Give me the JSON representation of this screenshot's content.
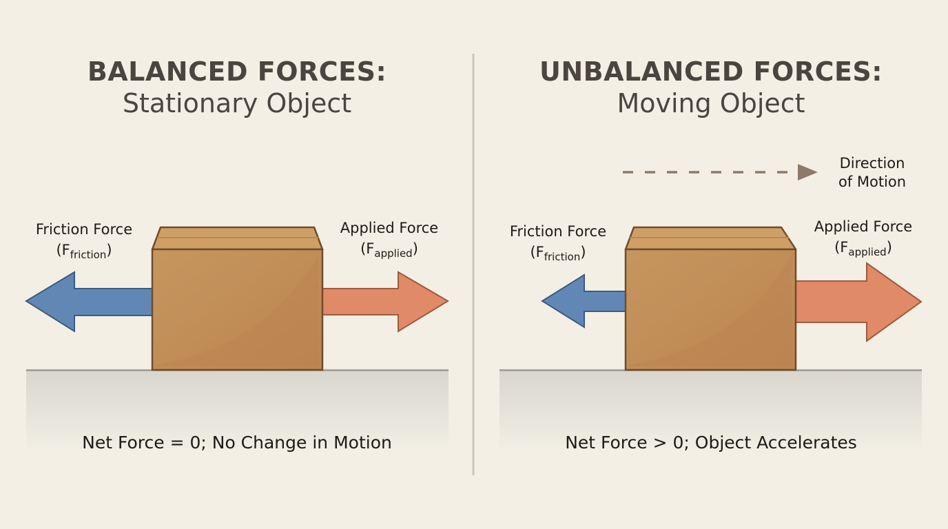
{
  "colors": {
    "background": "#f3efe4",
    "title": "#4a4540",
    "friction_arrow": "#6188b5",
    "applied_arrow": "#e08a68",
    "box": "#c08f58",
    "box_outline": "#7a5530",
    "ground_line": "#9a9890",
    "motion_arrow": "#8c7a6b",
    "divider": "#c9c6bd"
  },
  "panels": [
    {
      "title": "BALANCED FORCES:",
      "subtitle": "Stationary Object",
      "friction_label": "Friction Force",
      "friction_symbol": "F",
      "friction_sub": "friction",
      "applied_label": "Applied Force",
      "applied_symbol": "F",
      "applied_sub": "applied",
      "caption": "Net Force = 0; No Change in Motion"
    },
    {
      "title": "UNBALANCED FORCES:",
      "subtitle": "Moving Object",
      "motion_label_line1": "Direction",
      "motion_label_line2": "of Motion",
      "friction_label": "Friction Force",
      "friction_symbol": "F",
      "friction_sub": "friction",
      "applied_label": "Applied Force",
      "applied_symbol": "F",
      "applied_sub": "applied",
      "caption": "Net Force > 0; Object Accelerates"
    }
  ]
}
